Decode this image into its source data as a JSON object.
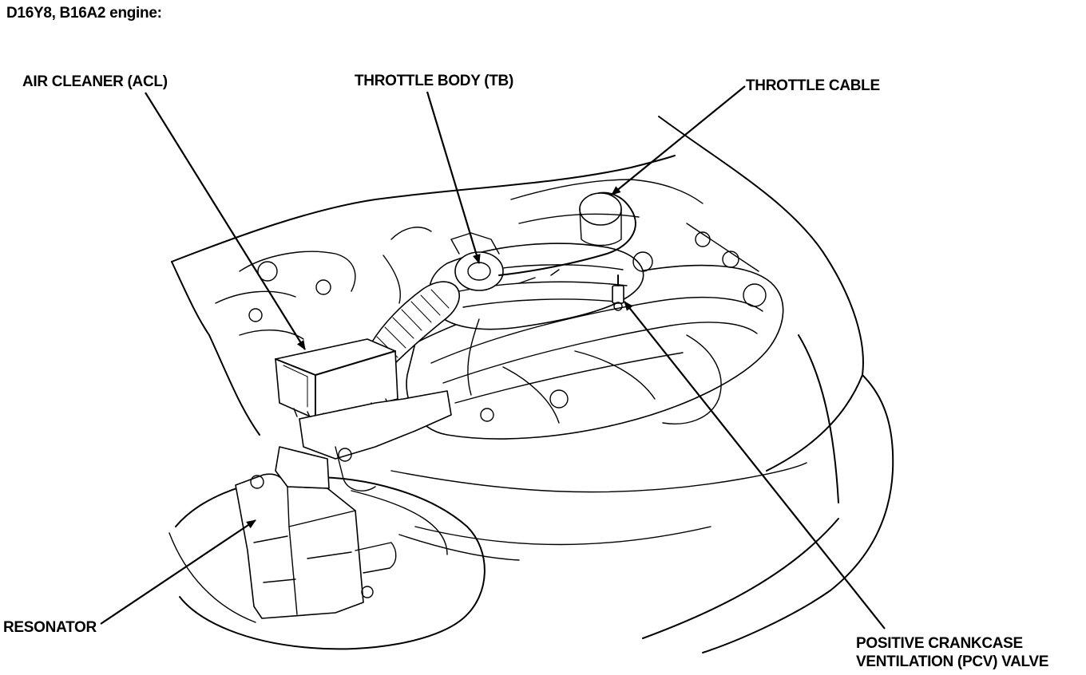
{
  "heading": "D16Y8, B16A2 engine:",
  "labels": {
    "air_cleaner": "AIR CLEANER (ACL)",
    "throttle_body": "THROTTLE BODY (TB)",
    "throttle_cable": "THROTTLE CABLE",
    "resonator": "RESONATOR",
    "pcv_line1": "POSITIVE CRANKCASE",
    "pcv_line2": "VENTILATION (PCV) VALVE"
  },
  "colors": {
    "ink": "#000000",
    "paper": "#ffffff"
  }
}
